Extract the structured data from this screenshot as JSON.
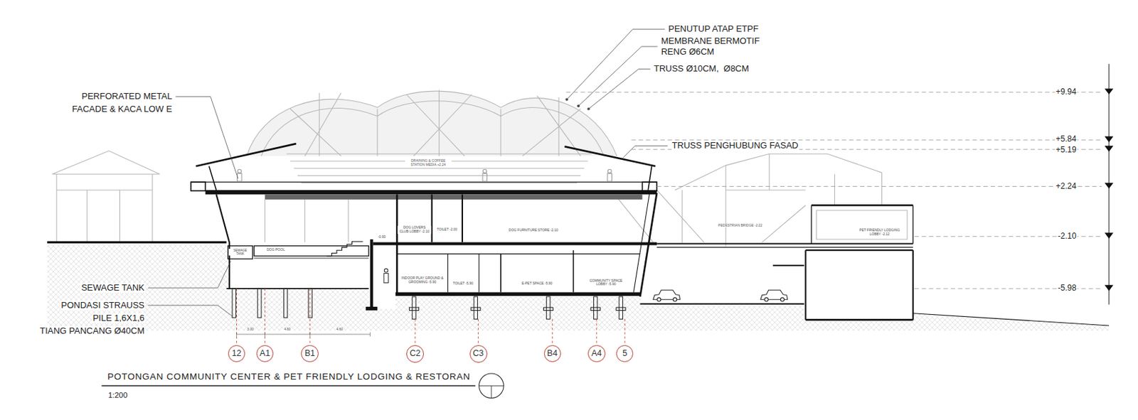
{
  "diagram": {
    "title": "POTONGAN COMMUNITY CENTER & PET FRIENDLY LODGING & RESTORAN",
    "nodes": [
      {
        "text": [
          "12"
        ]
      },
      {
        "text": [
          "A1"
        ]
      },
      {
        "text": [
          "B1"
        ]
      },
      {
        "text": [
          "C2"
        ]
      },
      {
        "text": [
          "C3"
        ]
      },
      {
        "text": [
          "B4"
        ]
      },
      {
        "text": [
          "A4"
        ]
      },
      {
        "text": [
          "5"
        ]
      }
    ],
    "labels": [
      "PENUTUP ATAP ETPF",
      "MEMBRANE BERMOTIF",
      "RENG Ø6CM",
      "TRUSS Ø10CM,  Ø8CM",
      "TRUSS PENGHUBUNG FASAD",
      "PERFORATED METAL",
      "FACADE & KACA LOW E",
      "SEWAGE TANK",
      "PONDASI STRAUSS",
      "PILE 1,6X1,6",
      "TIANG PANCANG Ø40CM",
      "+9.94",
      "+5.84",
      "+5.19",
      "+2.24",
      "-2.10",
      "-5.98",
      "1:200",
      "DRAINING & COFFEE STATION MEDIA +2.24",
      "DOG POOL",
      "SEWAGE TANK",
      "-0.90",
      "DOG LOVERS CLUB LOBBY -2.10",
      "TOILET -2.00",
      "DOG FURNITURE STORE -2.10",
      "PEDESTRIAN BRIDGE -2.22",
      "PET FRIENDLY LODGING LOBBY -2.12",
      "INDOOR PLAY GROUND & GROOMING -5.90",
      "TOILET -5.90",
      "E-PET SPACE -5.90",
      "COMMUNITY SPACE LOBBY -5.90",
      "3.00",
      "4.60",
      "4.60"
    ]
  }
}
